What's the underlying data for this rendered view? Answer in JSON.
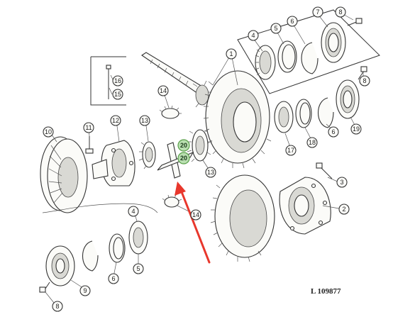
{
  "diagram": {
    "drawing_code": "L 109877",
    "callouts": [
      {
        "id": "c1",
        "label": "1"
      },
      {
        "id": "c2",
        "label": "2"
      },
      {
        "id": "c3",
        "label": "3"
      },
      {
        "id": "c4a",
        "label": "4"
      },
      {
        "id": "c4b",
        "label": "4"
      },
      {
        "id": "c5a",
        "label": "5"
      },
      {
        "id": "c5b",
        "label": "5"
      },
      {
        "id": "c6a",
        "label": "6"
      },
      {
        "id": "c6b",
        "label": "6"
      },
      {
        "id": "c6c",
        "label": "6"
      },
      {
        "id": "c7",
        "label": "7"
      },
      {
        "id": "c8a",
        "label": "8"
      },
      {
        "id": "c8b",
        "label": "8"
      },
      {
        "id": "c8c",
        "label": "8"
      },
      {
        "id": "c9",
        "label": "9"
      },
      {
        "id": "c10",
        "label": "10"
      },
      {
        "id": "c11",
        "label": "11"
      },
      {
        "id": "c12",
        "label": "12"
      },
      {
        "id": "c13a",
        "label": "13"
      },
      {
        "id": "c13b",
        "label": "13"
      },
      {
        "id": "c14a",
        "label": "14"
      },
      {
        "id": "c14b",
        "label": "14"
      },
      {
        "id": "c15",
        "label": "15"
      },
      {
        "id": "c16",
        "label": "16"
      },
      {
        "id": "c17",
        "label": "17"
      },
      {
        "id": "c18",
        "label": "18"
      },
      {
        "id": "c19",
        "label": "19"
      }
    ],
    "highlighted_callouts": [
      {
        "id": "h20a",
        "label": "20"
      },
      {
        "id": "h20b",
        "label": "20"
      }
    ],
    "colors": {
      "highlight_fill": "#b9dfb0",
      "highlight_stroke": "#5aa04a",
      "arrow": "#e8372c",
      "line": "#333333"
    }
  }
}
